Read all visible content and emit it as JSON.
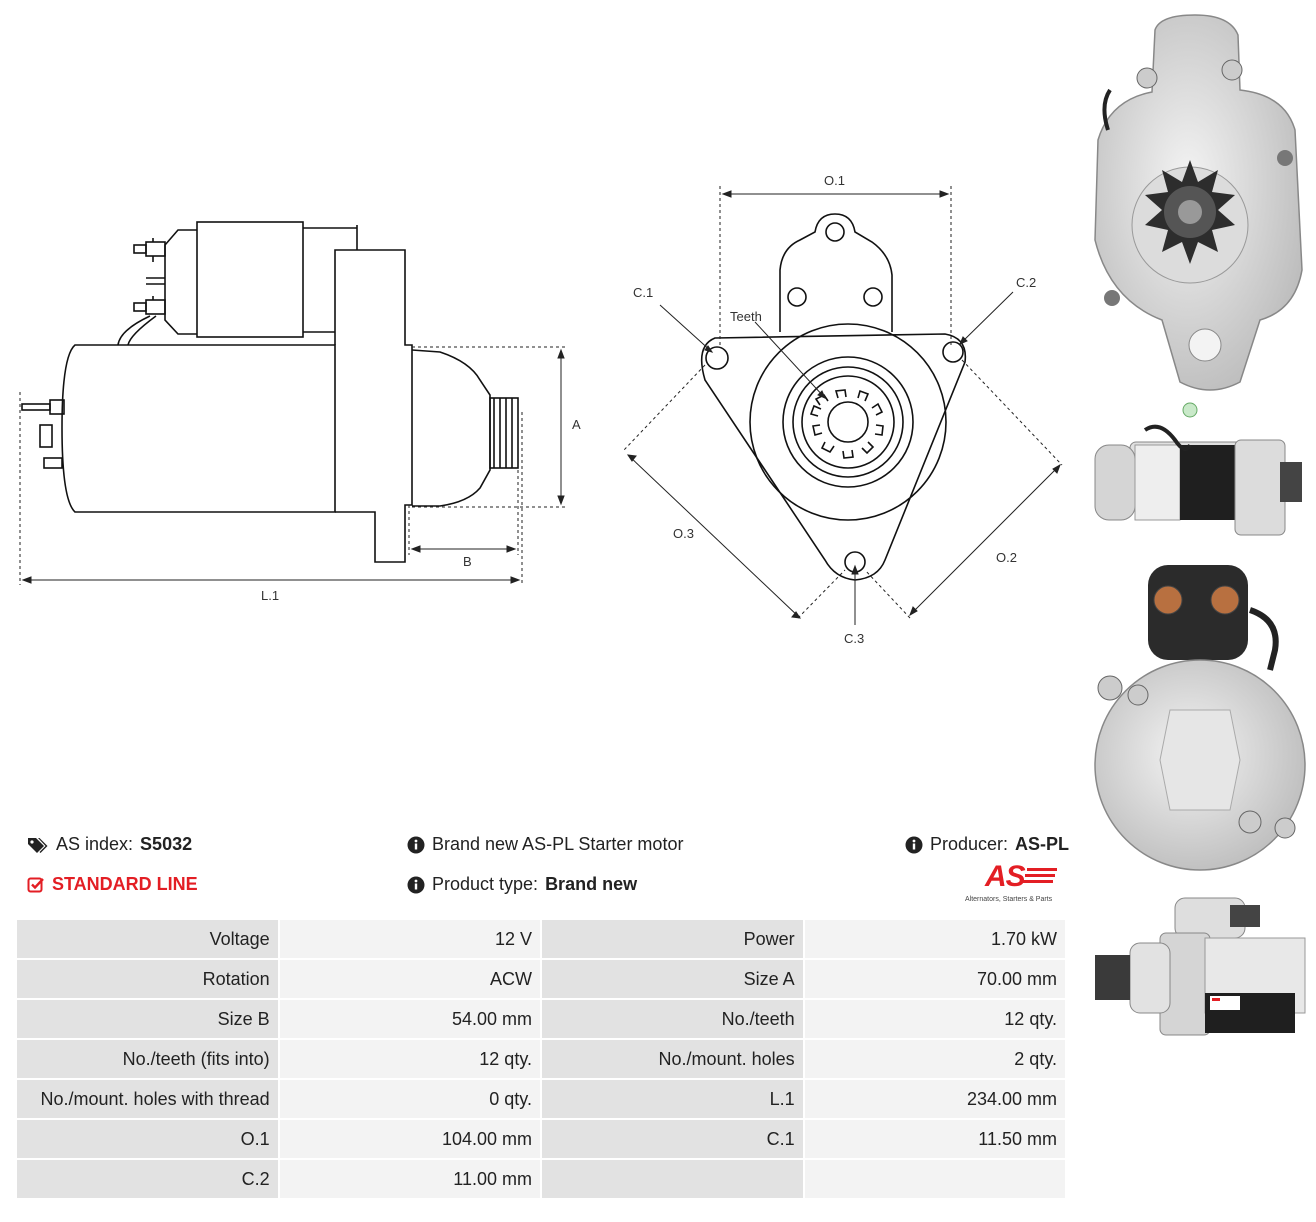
{
  "header": {
    "as_index_label": "AS index:",
    "as_index_value": "S5032",
    "line_label": "STANDARD LINE",
    "description": "Brand new AS-PL Starter motor",
    "product_type_label": "Product type:",
    "product_type_value": "Brand new",
    "producer_label": "Producer:",
    "producer_value": "AS-PL",
    "logo_text": "AS",
    "logo_tagline": "Alternators, Starters & Parts"
  },
  "drawing": {
    "side_labels": {
      "a": "A",
      "b": "B",
      "l1": "L.1"
    },
    "front_labels": {
      "o1": "O.1",
      "o2": "O.2",
      "o3": "O.3",
      "c1": "C.1",
      "c2": "C.2",
      "c3": "C.3",
      "teeth": "Teeth"
    }
  },
  "specs": [
    {
      "l1": "Voltage",
      "v1": "12 V",
      "l2": "Power",
      "v2": "1.70 kW"
    },
    {
      "l1": "Rotation",
      "v1": "ACW",
      "l2": "Size A",
      "v2": "70.00 mm"
    },
    {
      "l1": "Size B",
      "v1": "54.00 mm",
      "l2": "No./teeth",
      "v2": "12 qty."
    },
    {
      "l1": "No./teeth (fits into)",
      "v1": "12 qty.",
      "l2": "No./mount. holes",
      "v2": "2 qty."
    },
    {
      "l1": "No./mount. holes with thread",
      "v1": "0 qty.",
      "l2": "L.1",
      "v2": "234.00 mm"
    },
    {
      "l1": "O.1",
      "v1": "104.00 mm",
      "l2": "C.1",
      "v2": "11.50 mm"
    },
    {
      "l1": "C.2",
      "v1": "11.00 mm",
      "l2": "",
      "v2": ""
    }
  ],
  "colors": {
    "accent": "#e31e24",
    "label_bg": "#e2e2e2",
    "value_bg": "#f3f3f3"
  },
  "icons": [
    "tag-icon",
    "checkbox-icon",
    "info-icon"
  ]
}
